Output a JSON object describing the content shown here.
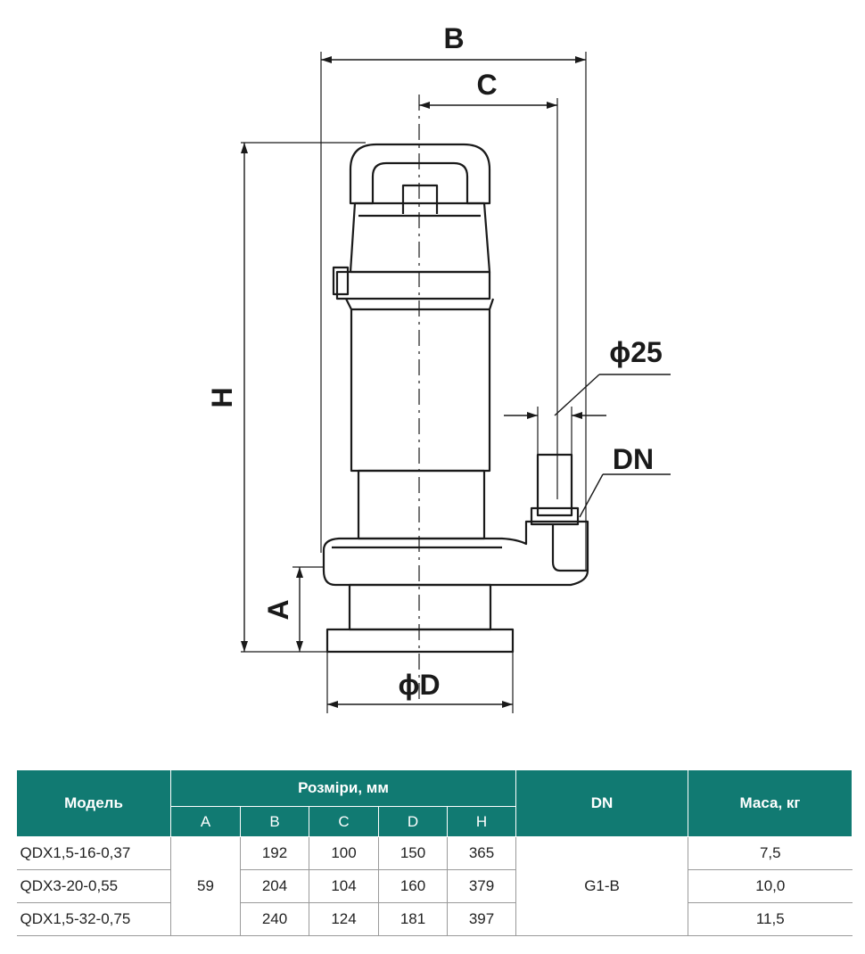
{
  "drawing": {
    "labels": {
      "B": "B",
      "C": "C",
      "H": "H",
      "A": "A",
      "D": "ϕD",
      "pipe_diameter": "ϕ25",
      "DN": "DN"
    }
  },
  "table": {
    "header": {
      "model": "Модель",
      "dimensions": "Розміри, мм",
      "dn": "DN",
      "mass": "Маса, кг",
      "columns": [
        "A",
        "B",
        "C",
        "D",
        "H"
      ]
    },
    "shared_A": "59",
    "shared_DN": "G1-B",
    "rows": [
      {
        "model": "QDX1,5-16-0,37",
        "B": "192",
        "C": "100",
        "D": "150",
        "H": "365",
        "mass": "7,5"
      },
      {
        "model": "QDX3-20-0,55",
        "B": "204",
        "C": "104",
        "D": "160",
        "H": "379",
        "mass": "10,0"
      },
      {
        "model": "QDX1,5-32-0,75",
        "B": "240",
        "C": "124",
        "D": "181",
        "H": "397",
        "mass": "11,5"
      }
    ]
  },
  "colors": {
    "header_bg": "#117a72",
    "line": "#1a1a1a"
  }
}
